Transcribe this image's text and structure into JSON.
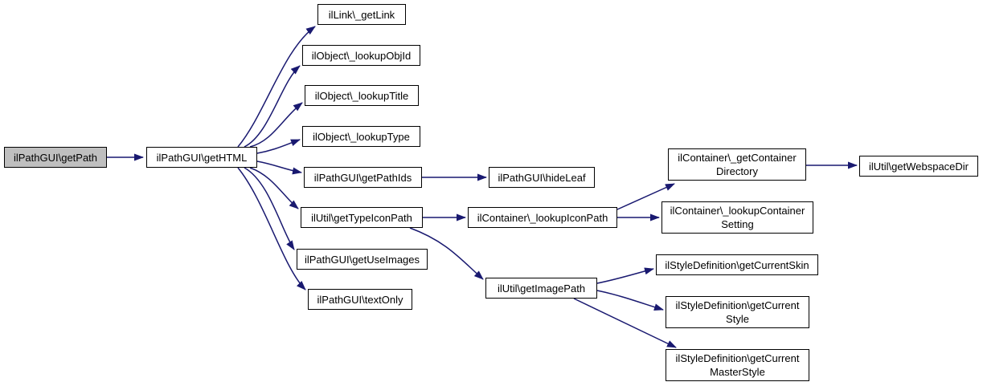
{
  "diagram": {
    "type": "call-graph",
    "direction": "left-to-right",
    "colors": {
      "edge": "#191970",
      "node_border": "#000000",
      "node_fill": "#ffffff",
      "highlight_fill": "#bfbfbf",
      "text": "#000000",
      "background": "#ffffff"
    },
    "nodes": {
      "getPath": {
        "label": "ilPathGUI\\getPath",
        "highlighted": true
      },
      "getHTML": {
        "label": "ilPathGUI\\getHTML",
        "highlighted": false
      },
      "getLink": {
        "label": "ilLink\\_getLink",
        "highlighted": false
      },
      "lookupObjId": {
        "label": "ilObject\\_lookupObjId",
        "highlighted": false
      },
      "lookupTitle": {
        "label": "ilObject\\_lookupTitle",
        "highlighted": false
      },
      "lookupType": {
        "label": "ilObject\\_lookupType",
        "highlighted": false
      },
      "getPathIds": {
        "label": "ilPathGUI\\getPathIds",
        "highlighted": false
      },
      "getTypeIconPath": {
        "label": "ilUtil\\getTypeIconPath",
        "highlighted": false
      },
      "getUseImages": {
        "label": "ilPathGUI\\getUseImages",
        "highlighted": false
      },
      "textOnly": {
        "label": "ilPathGUI\\textOnly",
        "highlighted": false
      },
      "hideLeaf": {
        "label": "ilPathGUI\\hideLeaf",
        "highlighted": false
      },
      "lookupIconPath": {
        "label": "ilContainer\\_lookupIconPath",
        "highlighted": false
      },
      "getImagePath": {
        "label": "ilUtil\\getImagePath",
        "highlighted": false
      },
      "getContainerDirectory": {
        "label": "ilContainer\\_getContainer\nDirectory",
        "highlighted": false
      },
      "lookupContainerSetting": {
        "label": "ilContainer\\_lookupContainer\nSetting",
        "highlighted": false
      },
      "getCurrentSkin": {
        "label": "ilStyleDefinition\\getCurrentSkin",
        "highlighted": false
      },
      "getCurrentStyle": {
        "label": "ilStyleDefinition\\getCurrent\nStyle",
        "highlighted": false
      },
      "getCurrentMasterStyle": {
        "label": "ilStyleDefinition\\getCurrent\nMasterStyle",
        "highlighted": false
      },
      "getWebspaceDir": {
        "label": "ilUtil\\getWebspaceDir",
        "highlighted": false
      }
    },
    "edges": [
      {
        "from": "getPath",
        "to": "getHTML"
      },
      {
        "from": "getHTML",
        "to": "getLink"
      },
      {
        "from": "getHTML",
        "to": "lookupObjId"
      },
      {
        "from": "getHTML",
        "to": "lookupTitle"
      },
      {
        "from": "getHTML",
        "to": "lookupType"
      },
      {
        "from": "getHTML",
        "to": "getPathIds"
      },
      {
        "from": "getHTML",
        "to": "getTypeIconPath"
      },
      {
        "from": "getHTML",
        "to": "getUseImages"
      },
      {
        "from": "getHTML",
        "to": "textOnly"
      },
      {
        "from": "getPathIds",
        "to": "hideLeaf"
      },
      {
        "from": "getTypeIconPath",
        "to": "lookupIconPath"
      },
      {
        "from": "getTypeIconPath",
        "to": "getImagePath"
      },
      {
        "from": "lookupIconPath",
        "to": "getContainerDirectory"
      },
      {
        "from": "lookupIconPath",
        "to": "lookupContainerSetting"
      },
      {
        "from": "getContainerDirectory",
        "to": "getWebspaceDir"
      },
      {
        "from": "getImagePath",
        "to": "getCurrentSkin"
      },
      {
        "from": "getImagePath",
        "to": "getCurrentStyle"
      },
      {
        "from": "getImagePath",
        "to": "getCurrentMasterStyle"
      }
    ]
  }
}
